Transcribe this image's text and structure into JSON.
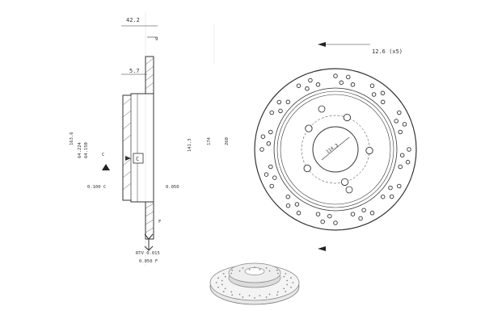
{
  "drawing": {
    "colors": {
      "line": "#333333",
      "hatch": "#555555",
      "light": "#999999"
    },
    "side_view": {
      "top_width": "42.2",
      "hub_thickness": "9",
      "flange_offset": "5.7",
      "diameter_1": "163.6",
      "diameter_2": "64.224",
      "diameter_3": "64.150",
      "label_c_left": "C",
      "label_c_box": "C",
      "tolerance_left": "0.100 C",
      "tolerance_right": "0.050",
      "inner_diameter": "141.3",
      "diameter_174": "174",
      "outer_diameter": "260",
      "rtv_label": "RTV 0.015",
      "flatness": "0.050 F",
      "label_f": "F"
    },
    "front_view": {
      "bolt_holes": "12.6 (x5)",
      "pcd": "114.3"
    }
  }
}
